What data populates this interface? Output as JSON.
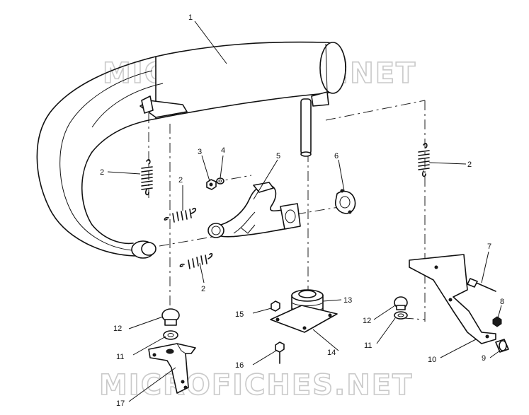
{
  "watermark": {
    "top": "MICROFICHES.NET",
    "bottom": "MICROFICHES.NET"
  },
  "callouts": {
    "c1": "1",
    "c2a": "2",
    "c2b": "2",
    "c2c": "2",
    "c2d": "2",
    "c3": "3",
    "c4": "4",
    "c5": "5",
    "c6": "6",
    "c7": "7",
    "c8": "8",
    "c9": "9",
    "c10": "10",
    "c11a": "11",
    "c11b": "11",
    "c12a": "12",
    "c12b": "12",
    "c13": "13",
    "c14": "14",
    "c15": "15",
    "c16": "16",
    "c17": "17"
  }
}
